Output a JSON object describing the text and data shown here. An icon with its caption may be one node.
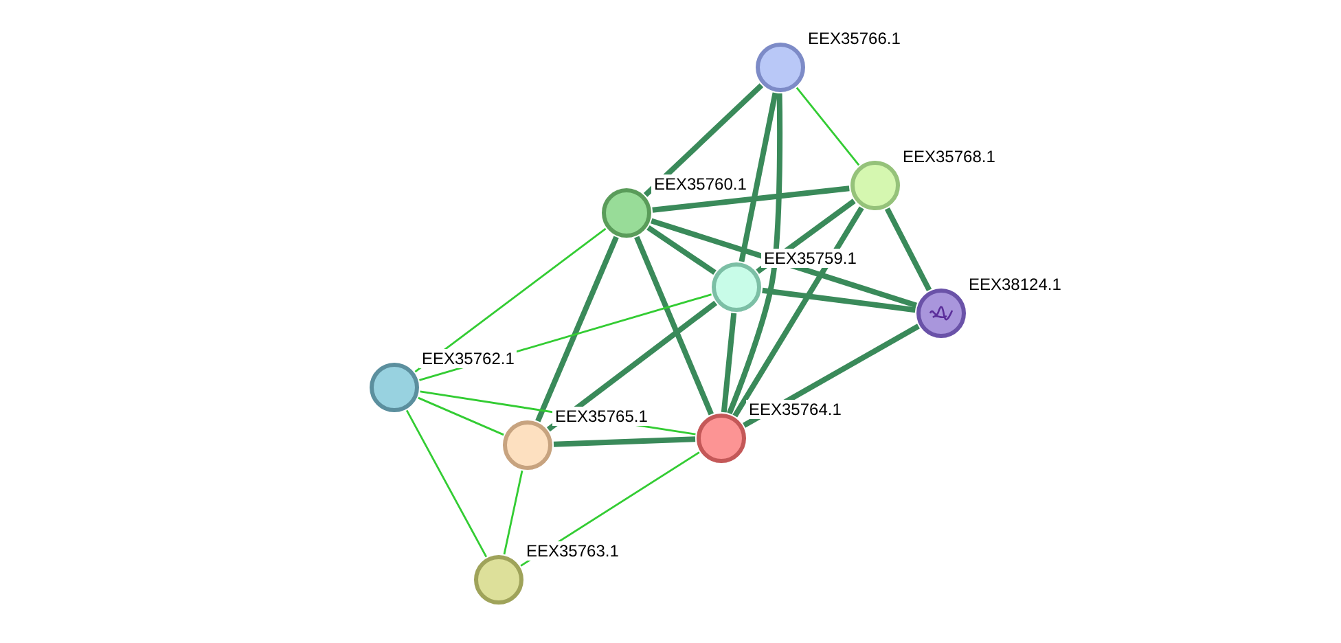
{
  "diagram": {
    "nodes": [
      {
        "text": [],
        "shape": "circle",
        "beside": [
          "EEX35766.1"
        ]
      },
      {
        "text": [],
        "shape": "circle",
        "beside": [
          "EEX35768.1"
        ]
      },
      {
        "text": [],
        "shape": "circle",
        "beside": [
          "EEX35760.1"
        ]
      },
      {
        "text": [],
        "shape": "circle",
        "beside": [
          "EEX35759.1"
        ]
      },
      {
        "text": [],
        "shape": "circle",
        "beside": [
          "EEX38124.1"
        ]
      },
      {
        "text": [],
        "shape": "circle",
        "beside": [
          "EEX35762.1"
        ]
      },
      {
        "text": [],
        "shape": "circle",
        "beside": [
          "EEX35765.1"
        ]
      },
      {
        "text": [],
        "shape": "circle",
        "beside": [
          "EEX35764.1"
        ]
      },
      {
        "text": [],
        "shape": "circle",
        "beside": [
          "EEX35763.1"
        ]
      }
    ],
    "edges": [
      {
        "from": 0,
        "to": 2,
        "arrow": "none"
      },
      {
        "from": 0,
        "to": 3,
        "arrow": "none"
      },
      {
        "from": 0,
        "to": 7,
        "arrow": "none"
      },
      {
        "from": 0,
        "to": 1,
        "arrow": "none",
        "color": "#33cc33"
      },
      {
        "from": 1,
        "to": 2,
        "arrow": "none"
      },
      {
        "from": 1,
        "to": 3,
        "arrow": "none"
      },
      {
        "from": 1,
        "to": 7,
        "arrow": "none"
      },
      {
        "from": 1,
        "to": 4,
        "arrow": "none"
      },
      {
        "from": 2,
        "to": 3,
        "arrow": "none"
      },
      {
        "from": 2,
        "to": 4,
        "arrow": "none"
      },
      {
        "from": 2,
        "to": 7,
        "arrow": "none"
      },
      {
        "from": 2,
        "to": 6,
        "arrow": "none"
      },
      {
        "from": 2,
        "to": 5,
        "arrow": "none",
        "color": "#33cc33"
      },
      {
        "from": 3,
        "to": 4,
        "arrow": "none"
      },
      {
        "from": 3,
        "to": 7,
        "arrow": "none"
      },
      {
        "from": 3,
        "to": 6,
        "arrow": "none"
      },
      {
        "from": 3,
        "to": 5,
        "arrow": "none",
        "color": "#33cc33"
      },
      {
        "from": 4,
        "to": 7,
        "arrow": "none"
      },
      {
        "from": 5,
        "to": 6,
        "arrow": "none",
        "color": "#33cc33"
      },
      {
        "from": 5,
        "to": 7,
        "arrow": "none",
        "color": "#33cc33"
      },
      {
        "from": 5,
        "to": 8,
        "arrow": "none",
        "color": "#33cc33"
      },
      {
        "from": 6,
        "to": 7,
        "arrow": "none"
      },
      {
        "from": 6,
        "to": 8,
        "arrow": "none",
        "color": "#33cc33"
      },
      {
        "from": 7,
        "to": 8,
        "arrow": "none",
        "color": "#33cc33"
      }
    ]
  }
}
